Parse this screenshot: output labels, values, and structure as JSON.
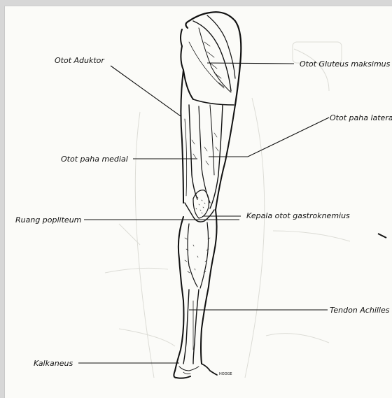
{
  "labels": {
    "adductor": "Otot Aduktor",
    "gluteus": "Otot Gluteus maksimus",
    "lateral": "Otot paha latera",
    "medial": "Otot paha medial",
    "popliteal": "Ruang popliteum",
    "gastrocnemius": "Kepala otot gastroknemius",
    "achilles": "Tendon Achilles",
    "calcaneus": "Kalkaneus"
  },
  "signature": "HODGE",
  "colors": {
    "paper": "#fbfbf8",
    "ink": "#111111",
    "ghost": "#d8d8d2"
  }
}
